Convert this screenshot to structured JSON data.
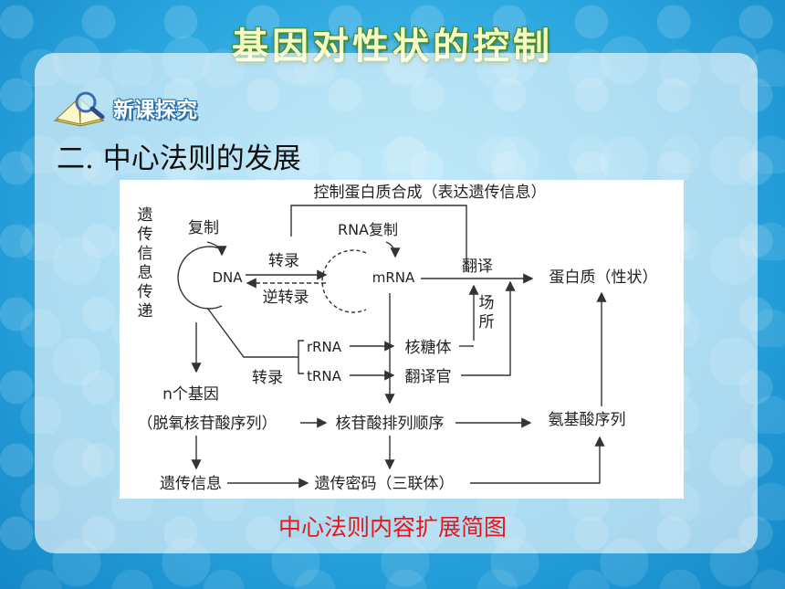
{
  "slide": {
    "title": "基因对性状的控制",
    "section_tag": "新课探究",
    "heading": "二. 中心法则的发展",
    "caption": "中心法则内容扩展简图"
  },
  "diagram": {
    "side_label": [
      "遗",
      "传",
      "信",
      "息",
      "传",
      "递"
    ],
    "top_label": "控制蛋白质合成（表达遗传信息）",
    "replication": "复制",
    "rna_replication": "RNA复制",
    "dna": "DNA",
    "transcription": "转录",
    "reverse_transcription": "逆转录",
    "mrna": "mRNA",
    "translation": "翻译",
    "protein": "蛋白质（性状）",
    "site": [
      "场",
      "所"
    ],
    "rrna": "rRNA",
    "trna": "tRNA",
    "ribosome": "核糖体",
    "translator": "翻译官",
    "transcription2": "转录",
    "n_genes": "n个基因",
    "deoxy_seq": "（脱氧核苷酸序列）",
    "nucleotide_seq": "核苷酸排列顺序",
    "amino_seq": "氨基酸序列",
    "genetic_info": "遗传信息",
    "genetic_code": "遗传密码（三联体）"
  }
}
